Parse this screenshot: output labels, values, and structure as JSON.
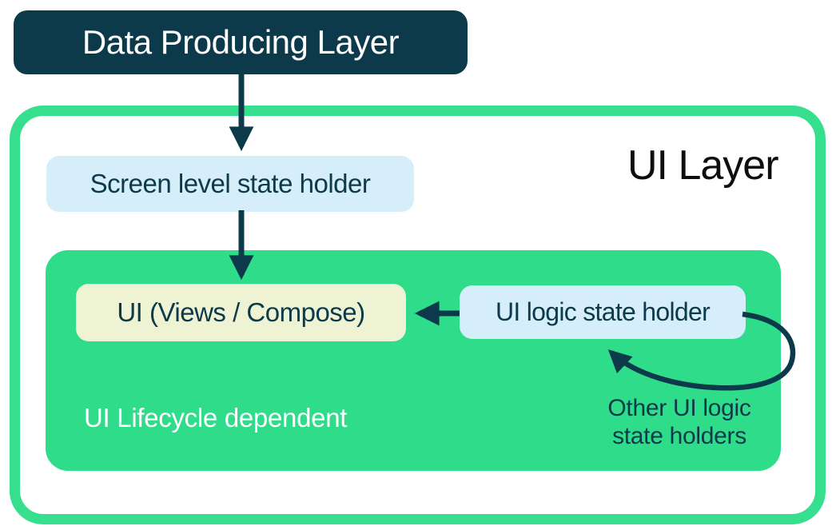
{
  "colors": {
    "dark_navy": "#0c3a4b",
    "green_border": "#35df8d",
    "green_fill": "#2edc8a",
    "light_blue": "#d6edfa",
    "light_yellow": "#eef3d3",
    "title_color": "#0e0e0e",
    "white": "#ffffff"
  },
  "data_producing_layer": {
    "label": "Data Producing Layer"
  },
  "ui_layer": {
    "title": "UI Layer",
    "screen_state_holder_label": "Screen level state holder",
    "lifecycle": {
      "caption": "UI Lifecycle dependent",
      "ui_label": "UI (Views / Compose)",
      "ui_logic_state_holder_label": "UI logic state holder",
      "other_holders_caption": "Other UI logic\nstate holders"
    }
  }
}
